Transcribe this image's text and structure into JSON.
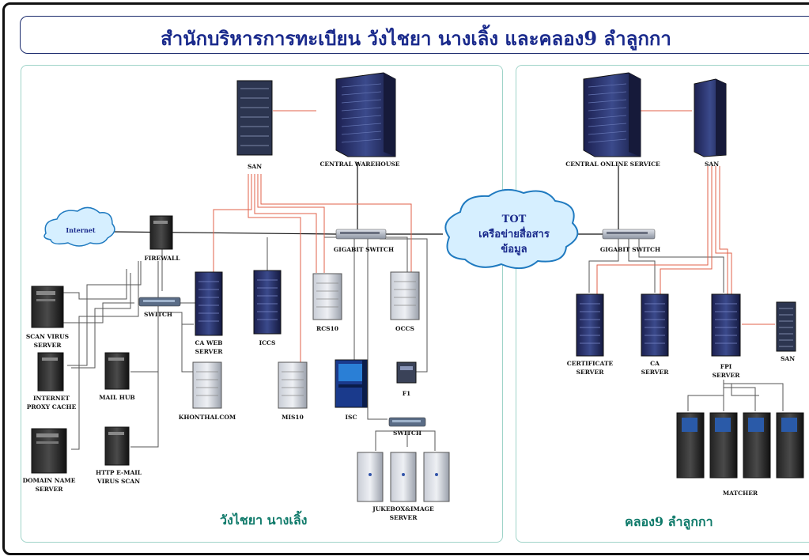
{
  "title": "สำนักบริหารการทะเบียน วังไชยา นางเลิ้ง  และคลอง9 ลำลูกกา",
  "zones": {
    "left": "วังไชยา นางเลิ้ง",
    "right": "คลอง9 ลำลูกกา"
  },
  "clouds": {
    "internet": "Internet",
    "tot_line1": "TOT",
    "tot_line2": "เครือข่ายสื่อสาร",
    "tot_line3": "ข้อมูล"
  },
  "labels": {
    "san_left": "SAN",
    "central_warehouse": "CENTRAL WAREHOUSE",
    "firewall": "FIREWALL",
    "gigabit_switch_left": "GIGABIT SWITCH",
    "switch_left": "SWITCH",
    "scan_virus_1": "SCAN VIRUS",
    "scan_virus_2": "SERVER",
    "internet_proxy_1": "INTERNET",
    "internet_proxy_2": "PROXY CACHE",
    "domain_name_1": "DOMAIN NAME",
    "domain_name_2": "SERVER",
    "mail_hub": "MAIL HUB",
    "http_email_1": "HTTP E-MAIL",
    "http_email_2": "VIRUS SCAN",
    "ca_web_1": "CA WEB",
    "ca_web_2": "SERVER",
    "khonthai": "KHONTHAI.COM",
    "iccs": "ICCS",
    "rcs10": "RCS10",
    "occs": "OCCS",
    "mis10": "MIS10",
    "isc": "ISC",
    "f1": "F1",
    "switch_bottom": "SWITCH",
    "jukebox_1": "JUKEBOX&IMAGE",
    "jukebox_2": "SERVER",
    "central_online": "CENTRAL ONLINE SERVICE",
    "san_right_top": "SAN",
    "gigabit_switch_right": "GIGABIT SWITCH",
    "certificate_1": "CERTIFICATE",
    "certificate_2": "SERVER",
    "ca_1": "CA",
    "ca_2": "SERVER",
    "fpi_1": "FPI",
    "fpi_2": "SERVER",
    "san_right": "SAN",
    "matcher": "MATCHER"
  },
  "colors": {
    "title": "#1a2a8c",
    "zone_text": "#0f7a6a",
    "panel_border": "#9fd3c8",
    "red_link": "#e0604a",
    "gray_link": "#555555",
    "black_link": "#111111",
    "cloud_fill": "#d6efff",
    "cloud_stroke": "#1f7ac0"
  }
}
